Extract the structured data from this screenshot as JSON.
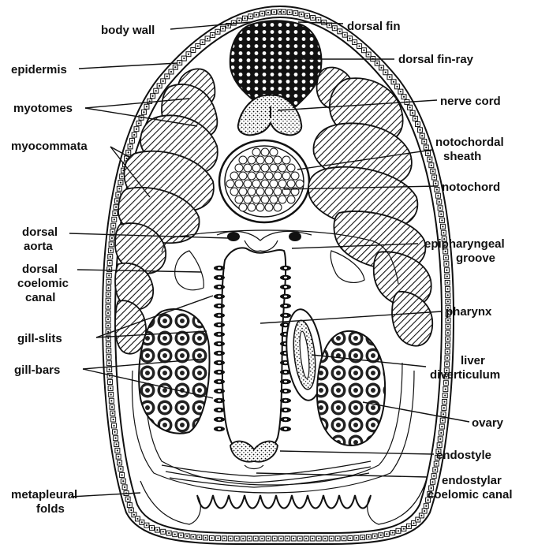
{
  "figure": {
    "labels": {
      "body_wall": "body wall",
      "dorsal_fin": "dorsal fin",
      "epidermis": "epidermis",
      "dorsal_fin_ray": "dorsal fin-ray",
      "myotomes": "myotomes",
      "nerve_cord": "nerve cord",
      "myocommata": "myocommata",
      "notochordal_sheath_1": "notochordal",
      "notochordal_sheath_2": "sheath",
      "notochord": "notochord",
      "dorsal_aorta_1": "dorsal",
      "dorsal_aorta_2": "aorta",
      "epipharyngeal_groove_1": "epipharyngeal",
      "epipharyngeal_groove_2": "groove",
      "dorsal_coelomic_canal_1": "dorsal",
      "dorsal_coelomic_canal_2": "coelomic",
      "dorsal_coelomic_canal_3": "canal",
      "pharynx": "pharynx",
      "gill_slits": "gill-slits",
      "gill_bars": "gill-bars",
      "liver_diverticulum_1": "liver",
      "liver_diverticulum_2": "diverticulum",
      "ovary": "ovary",
      "endostyle": "endostyle",
      "endostylar_coelomic_canal_1": "endostylar",
      "endostylar_coelomic_canal_2": "coelomic canal",
      "metapleural_folds_1": "metapleural",
      "metapleural_folds_2": "folds"
    },
    "colors": {
      "ink": "#111111",
      "paper": "#ffffff"
    }
  }
}
